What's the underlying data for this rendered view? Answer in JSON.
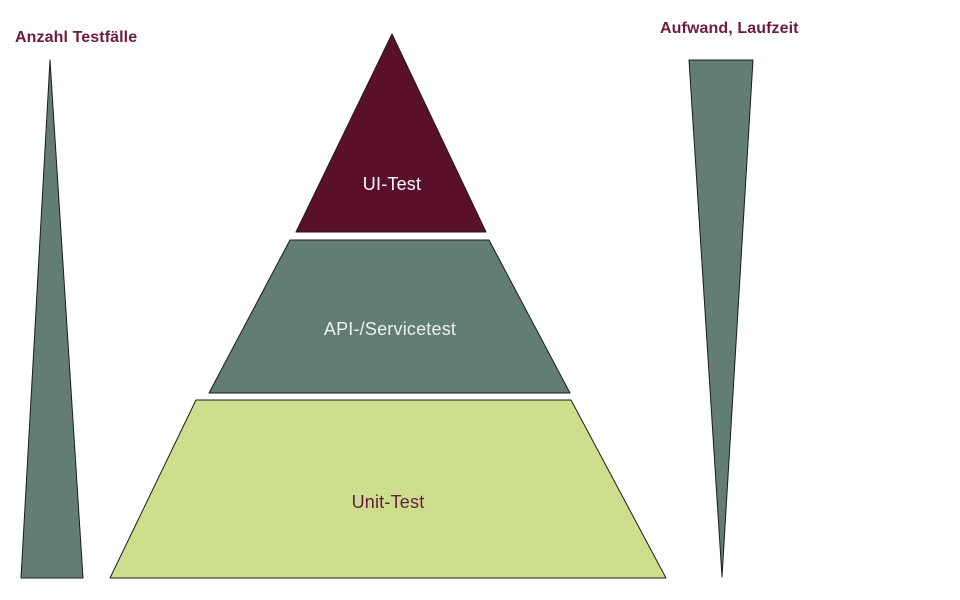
{
  "diagram": {
    "kind": "test-pyramid",
    "background": "#ffffff",
    "annotations": {
      "left_label": "Anzahl Testfälle",
      "right_label": "Aufwand, Laufzeit"
    },
    "pyramid_levels": [
      {
        "label": "UI-Test",
        "fill": "#5a0f2a",
        "text_color": "#fdfdfd"
      },
      {
        "label": "API-/Servicetest",
        "fill": "#627d74",
        "text_color": "#eef1ee"
      },
      {
        "label": "Unit-Test",
        "fill": "#cddf8d",
        "text_color": "#641d3c"
      }
    ],
    "side_wedges": {
      "left": {
        "fill": "#627d74"
      },
      "right": {
        "fill": "#627d74"
      }
    },
    "colors": {
      "label_text": "#6e1c3d",
      "outline": "#1c1c1c"
    }
  }
}
